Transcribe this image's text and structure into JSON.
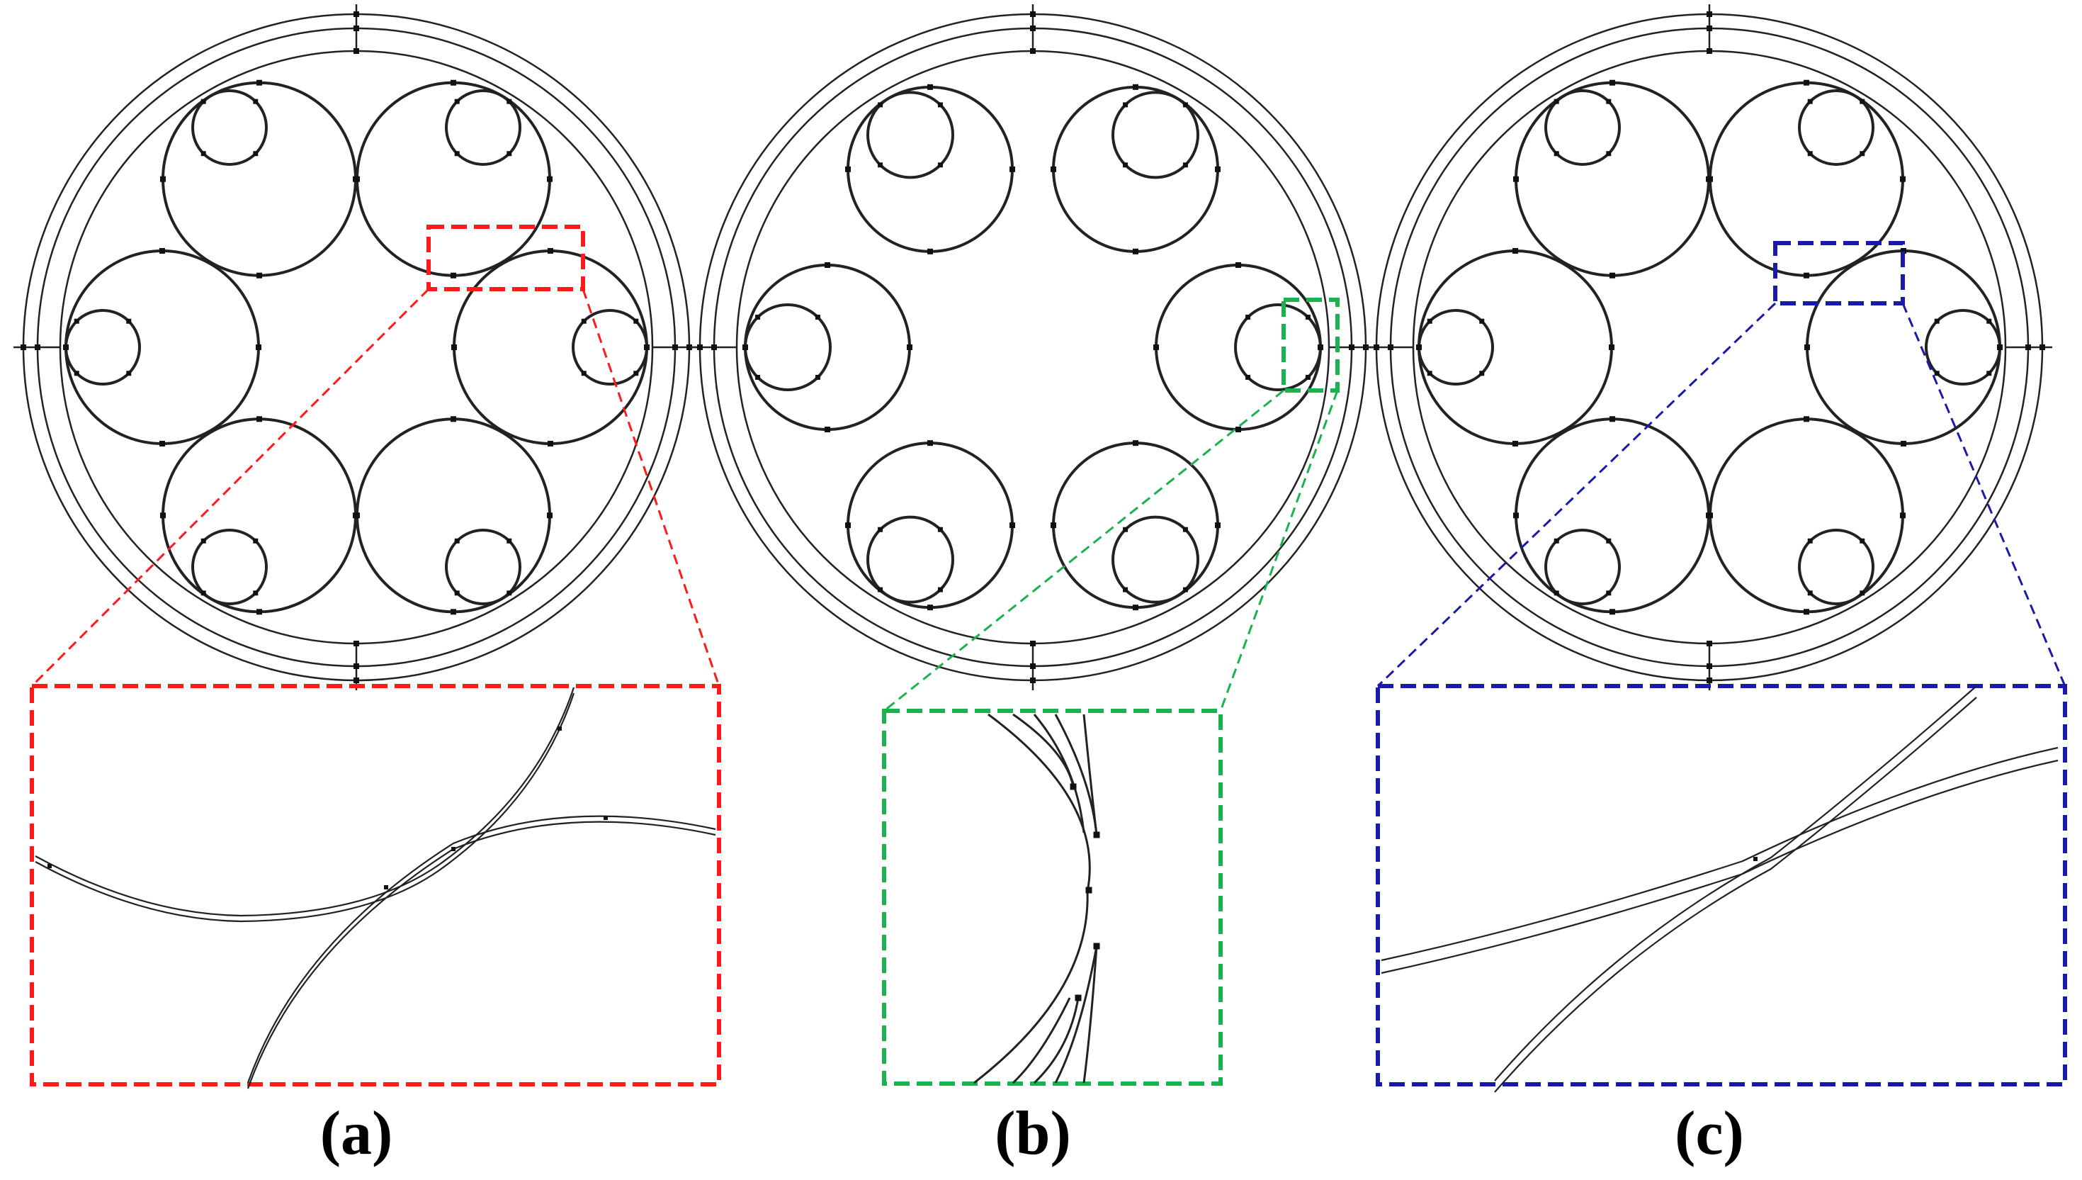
{
  "panels": [
    {
      "id": "a",
      "label": "(a)",
      "zoom_color": "#ff1a1a",
      "variant": "overlapping"
    },
    {
      "id": "b",
      "label": "(b)",
      "zoom_color": "#19b34d",
      "variant": "separated"
    },
    {
      "id": "c",
      "label": "(c)",
      "zoom_color": "#1a1aaa",
      "variant": "crossing"
    }
  ],
  "colors": {
    "line": "#222222",
    "background": "#ffffff"
  }
}
